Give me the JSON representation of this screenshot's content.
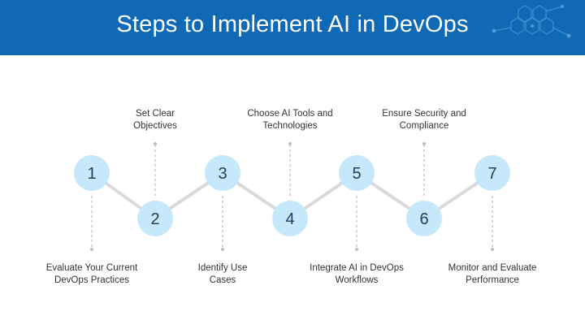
{
  "header": {
    "title": "Steps to Implement AI in DevOps"
  },
  "colors": {
    "header_bg": "#0f69b4",
    "circle_fill": "#c6e8fb",
    "connector": "#d9d9d9",
    "leader": "#bdbdbd",
    "number_text": "#1b3f66",
    "label_text": "#333333"
  },
  "steps": [
    {
      "number": "1",
      "label_line1": "Evaluate Your Current",
      "label_line2": "DevOps Practices"
    },
    {
      "number": "2",
      "label_line1": "Set Clear",
      "label_line2": "Objectives"
    },
    {
      "number": "3",
      "label_line1": "Identify Use",
      "label_line2": "Cases"
    },
    {
      "number": "4",
      "label_line1": "Choose AI Tools and",
      "label_line2": "Technologies"
    },
    {
      "number": "5",
      "label_line1": "Integrate AI in DevOps",
      "label_line2": "Workflows"
    },
    {
      "number": "6",
      "label_line1": "Ensure Security and",
      "label_line2": "Compliance"
    },
    {
      "number": "7",
      "label_line1": "Monitor and Evaluate",
      "label_line2": "Performance"
    }
  ]
}
